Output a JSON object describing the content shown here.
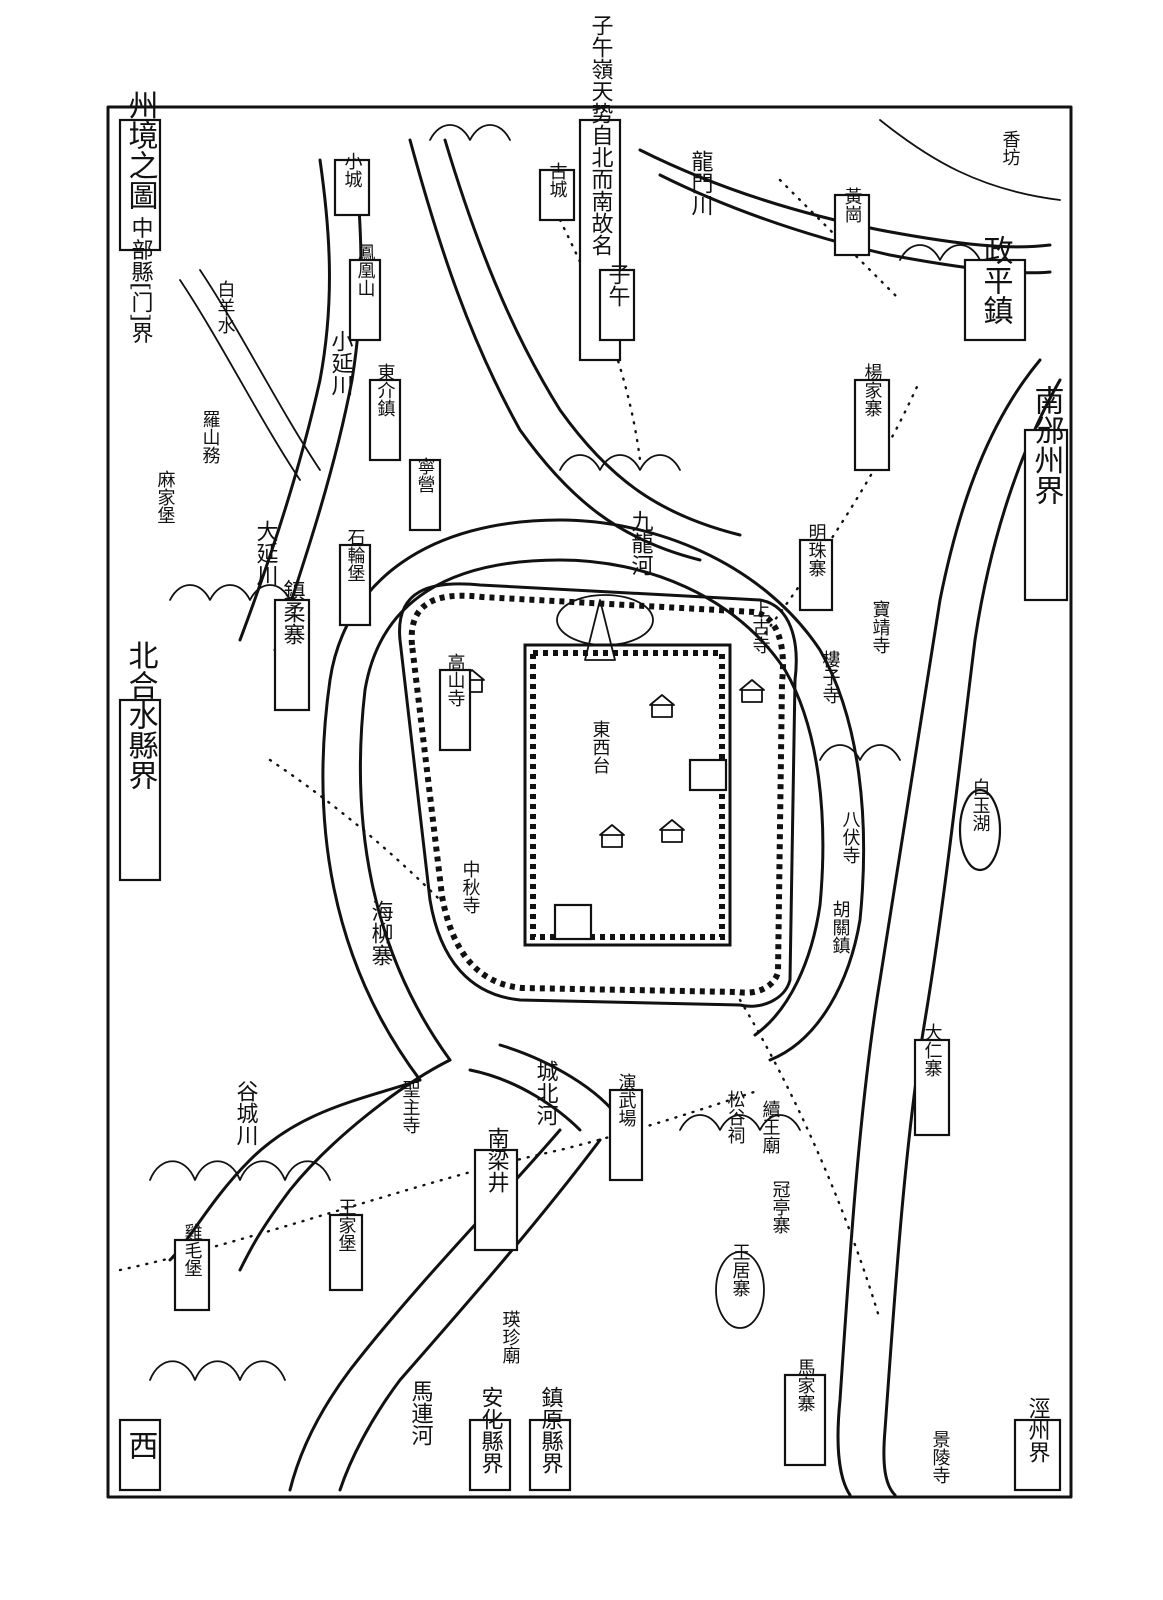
{
  "map": {
    "title": "州境之圖",
    "borders": {
      "north": "北合水縣界",
      "south": "南邠州界",
      "west": "西",
      "northeast": "中部縣[门]界",
      "southwest_1": "安化縣界",
      "southwest_2": "鎮原縣界",
      "southwest_3": "涇州界"
    },
    "note": "子午嶺天势自北而南故名",
    "places": {
      "gucheng_chuan": "谷城川",
      "ma_lian_he": "馬連河",
      "cheng_bei_he": "城北河",
      "jiu_long_he": "九龍河",
      "da_yan_chuan": "大延川",
      "xiao_yan_chuan": "小延川",
      "long_men_chuan": "龍門川",
      "luo_jia_bao": "麻家堡",
      "luo_shan_wu": "羅山務",
      "bai_yang_shui": "白羊水",
      "shang_gu_si": "上古寺",
      "zhen_zheng_yao": "鎮柔寨",
      "shi_lun_bao": "石輪堡",
      "dong_zhen": "東介鎮",
      "feng_huang_shan": "鳳凰山",
      "ning_ying": "寧營",
      "zi_wu": "子午",
      "gao_shan_si": "高山寺",
      "hai_liu_zhai": "海柳寨",
      "nan_liang_jing": "南梁井",
      "yan_wu_chang": "演武場",
      "wang_jia": "王家堡",
      "ji_mu": "雞毛堡",
      "xu_wang": "續王廟",
      "song_gu": "松谷祠",
      "da_ren": "大仁寨",
      "gu_cheng": "古城",
      "xiao_cheng": "小城",
      "zheng_ping_zhen": "政平鎮",
      "yang_jia_zhai": "楊家寨",
      "bai_yu_hu": "白玉湖",
      "ba_ji_ju": "八伏寺",
      "ming_zhu": "明珠寨",
      "ying_tai": "瑛珍廟",
      "ma_jia": "馬家寨",
      "wang_ju": "王居寨",
      "guan_ting": "冠亭寨",
      "lou_zi": "樓子寺",
      "hu_guan": "胡關鎮",
      "huang_ji": "黃崗",
      "jing_ling": "景陵寺",
      "xiang_ba": "香坊",
      "dong_xi": "東西台",
      "bao_jing": "寶靖寺",
      "zhong_qiu": "中秋寺",
      "sheng_zhu": "聖主寺"
    }
  }
}
